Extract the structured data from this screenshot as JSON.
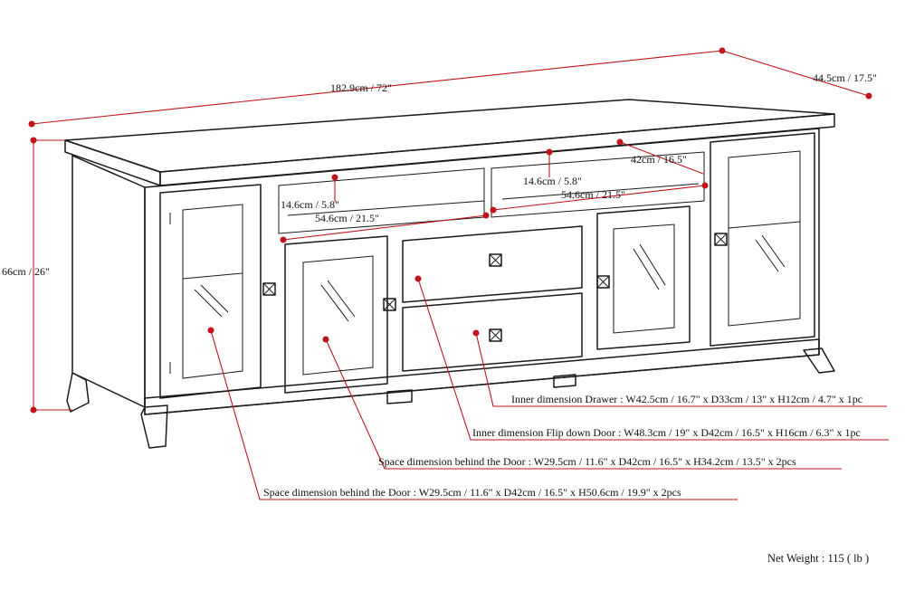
{
  "dimensions": {
    "width": "182.9cm / 72\"",
    "depth": "44.5cm / 17.5\"",
    "height": "66cm / 26\"",
    "shelf_height_left": "14.6cm / 5.8\"",
    "shelf_width_left": "54.6cm / 21.5\"",
    "shelf_height_right": "14.6cm / 5.8\"",
    "shelf_width_right": "54.6cm / 21.5\"",
    "shelf_depth": "42cm / 16.5\""
  },
  "callouts": [
    "Inner dimension Drawer : W42.5cm / 16.7\" x D33cm / 13\" x H12cm / 4.7\" x 1pc",
    "Inner dimension Flip down Door : W48.3cm / 19\" x D42cm / 16.5\" x H16cm / 6.3\" x 1pc",
    "Space dimension behind the Door : W29.5cm / 11.6\" x D42cm / 16.5\" x H34.2cm / 13.5\" x 2pcs",
    "Space dimension behind the Door : W29.5cm / 11.6\" x D42cm / 16.5\" x H50.6cm / 19.9\" x 2pcs"
  ],
  "net_weight": "Net Weight : 115 ( lb )",
  "colors": {
    "dimension_line": "#c0151c",
    "drawing": "#1a1a1a",
    "background": "#ffffff"
  }
}
